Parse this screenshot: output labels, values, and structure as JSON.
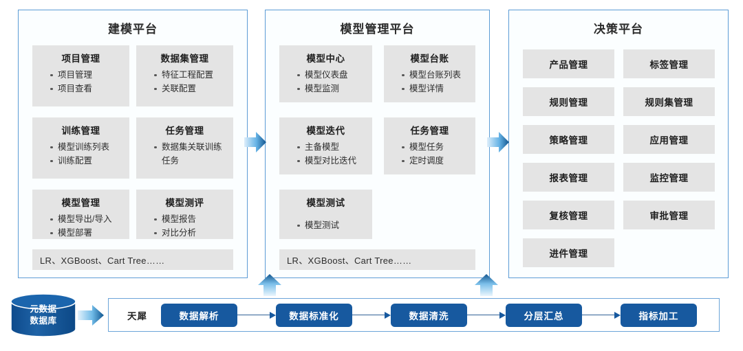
{
  "panels": {
    "modeling": {
      "title": "建模平台",
      "cards": [
        {
          "title": "项目管理",
          "items": [
            "项目管理",
            "项目查看"
          ]
        },
        {
          "title": "数据集管理",
          "items": [
            "特征工程配置",
            "关联配置"
          ]
        },
        {
          "title": "训练管理",
          "items": [
            "模型训练列表",
            "训练配置"
          ]
        },
        {
          "title": "任务管理",
          "items": [
            "数据集关联训练任务"
          ]
        },
        {
          "title": "模型管理",
          "items": [
            "模型导出/导入",
            "模型部署"
          ]
        },
        {
          "title": "模型测评",
          "items": [
            "模型报告",
            "对比分析"
          ]
        }
      ],
      "algorithms": "LR、XGBoost、Cart Tree……"
    },
    "management": {
      "title": "模型管理平台",
      "cards": [
        {
          "title": "模型中心",
          "items": [
            "模型仪表盘",
            "模型监测"
          ]
        },
        {
          "title": "模型台账",
          "items": [
            "模型台账列表",
            "模型详情"
          ]
        },
        {
          "title": "模型迭代",
          "items": [
            "主备模型",
            "模型对比迭代"
          ]
        },
        {
          "title": "任务管理",
          "items": [
            "模型任务",
            "定时调度"
          ]
        },
        {
          "title": "模型测试",
          "items": [
            "模型测试"
          ]
        }
      ],
      "algorithms": "LR、XGBoost、Cart Tree……"
    },
    "decision": {
      "title": "决策平台",
      "buttons": [
        "产品管理",
        "标签管理",
        "规则管理",
        "规则集管理",
        "策略管理",
        "应用管理",
        "报表管理",
        "监控管理",
        "复核管理",
        "审批管理",
        "进件管理"
      ]
    }
  },
  "pipeline": {
    "database_label_line1": "元数据",
    "database_label_line2": "数据库",
    "platform_name": "天犀",
    "steps": [
      "数据解析",
      "数据标准化",
      "数据清洗",
      "分层汇总",
      "指标加工"
    ]
  },
  "colors": {
    "panel_border": "#5b9bd5",
    "card_bg": "#e4e4e4",
    "pipeline_step_bg": "#17599f",
    "arrow_dark": "#1f6cb0",
    "arrow_light": "#cfe7f7",
    "db_fill": "#1a5a9e"
  }
}
